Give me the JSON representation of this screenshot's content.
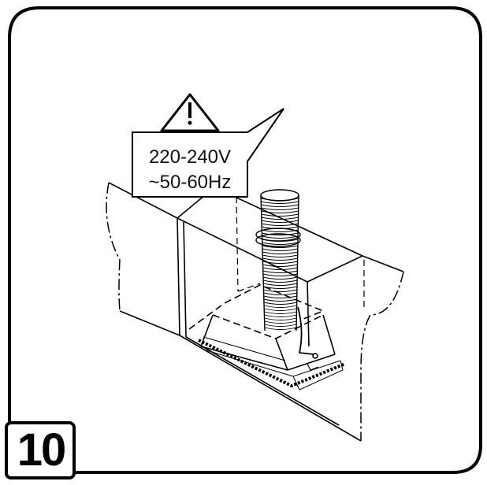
{
  "warning": {
    "icon": "warning-triangle-icon",
    "voltage": "220-240V",
    "frequency": "~50-60Hz"
  },
  "step": {
    "number": "10"
  },
  "colors": {
    "line": "#000000",
    "background": "#ffffff"
  }
}
